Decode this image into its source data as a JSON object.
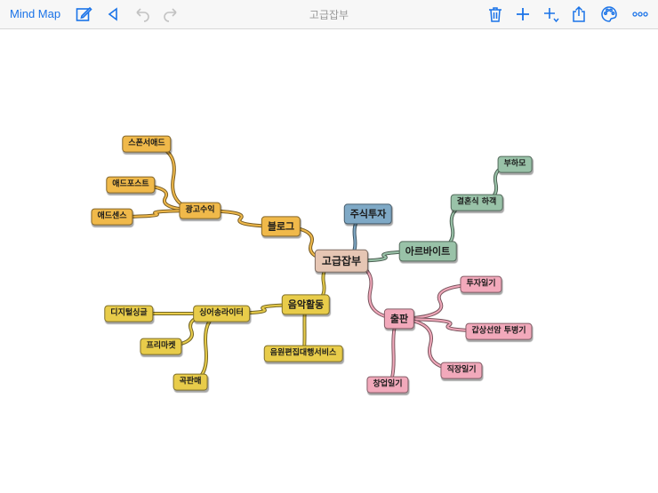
{
  "toolbar": {
    "back_label": "Mind Map",
    "title": "고급잡부",
    "icons": [
      "edit-icon",
      "collapse-left-icon",
      "undo-icon",
      "redo-icon",
      "trash-icon",
      "add-icon",
      "add-child-icon",
      "share-icon",
      "palette-icon",
      "more-icon"
    ],
    "accent": "#1a73e8"
  },
  "colors": {
    "yellow": "#e8cc4a",
    "orange": "#f0b94a",
    "blue": "#7fa9c6",
    "green": "#99c2a8",
    "pink": "#f2a9bb",
    "root": "#e6c6b4"
  },
  "mindmap": {
    "root": "고급잡부",
    "nodes": [
      {
        "id": "blog",
        "label": "블로그"
      },
      {
        "id": "ad",
        "label": "광고수익"
      },
      {
        "id": "sponsor",
        "label": "스폰서애드"
      },
      {
        "id": "adpost",
        "label": "애드포스트"
      },
      {
        "id": "adsense",
        "label": "애드센스"
      },
      {
        "id": "stock",
        "label": "주식투자"
      },
      {
        "id": "job",
        "label": "아르바이트"
      },
      {
        "id": "wedding",
        "label": "결혼식 하객"
      },
      {
        "id": "groom",
        "label": "부하모"
      },
      {
        "id": "music",
        "label": "음악활동"
      },
      {
        "id": "singer",
        "label": "싱어송라이터"
      },
      {
        "id": "digital",
        "label": "디지털싱글"
      },
      {
        "id": "flea",
        "label": "프리마켓"
      },
      {
        "id": "song",
        "label": "곡판매"
      },
      {
        "id": "audio",
        "label": "음원편집대행서비스"
      },
      {
        "id": "pub",
        "label": "출판"
      },
      {
        "id": "invest",
        "label": "투자일기"
      },
      {
        "id": "cancer",
        "label": "갑상선암 투병기"
      },
      {
        "id": "work",
        "label": "직장일기"
      },
      {
        "id": "startup",
        "label": "창업일기"
      }
    ]
  }
}
